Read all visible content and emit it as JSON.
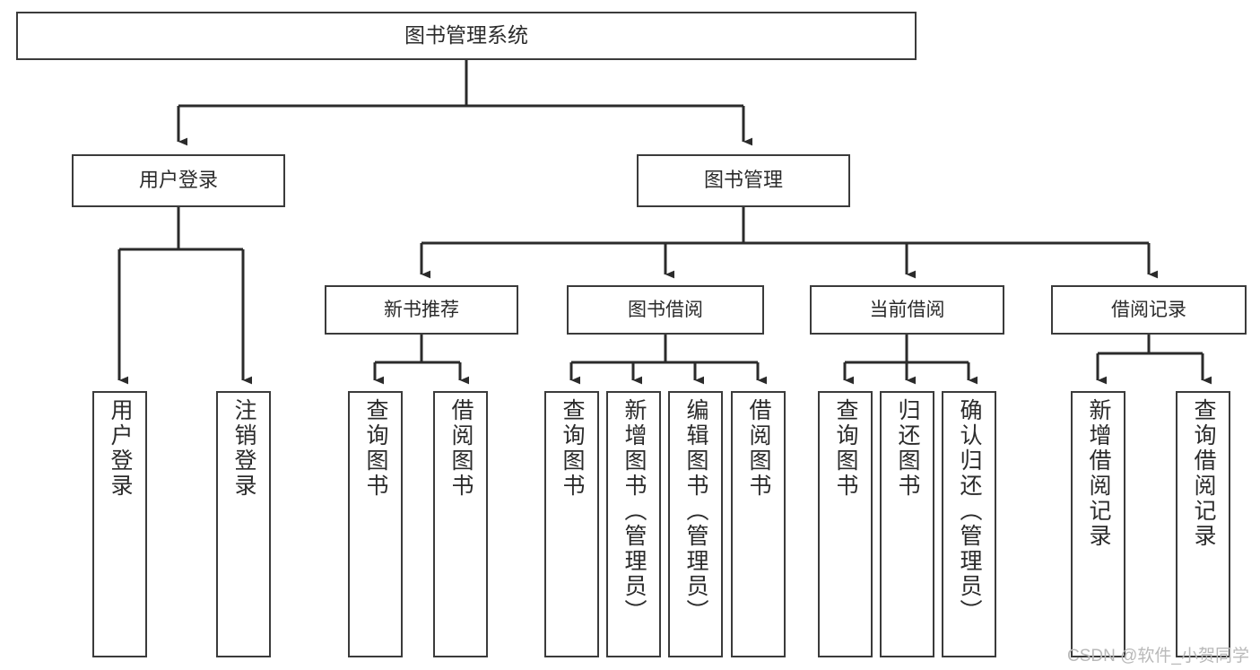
{
  "diagram": {
    "title": "图书管理系统",
    "type": "tree-hierarchy",
    "watermark": "CSDN @软件_小贺同学",
    "colors": {
      "box_border": "#3b3b3b",
      "box_fill": "#ffffff",
      "connector": "#2b2b2b",
      "text": "#2b2b2b",
      "watermark": "#b9b9b9",
      "background": "#ffffff"
    },
    "root": {
      "label": "图书管理系统"
    },
    "level2": [
      {
        "label": "用户登录"
      },
      {
        "label": "图书管理"
      }
    ],
    "level3": [
      {
        "label": "新书推荐"
      },
      {
        "label": "图书借阅"
      },
      {
        "label": "当前借阅"
      },
      {
        "label": "借阅记录"
      }
    ],
    "leaves": {
      "user_login": [
        {
          "label": "用户登录"
        },
        {
          "label": "注销登录"
        }
      ],
      "new_book_recommend": [
        {
          "label": "查询图书"
        },
        {
          "label": "借阅图书"
        }
      ],
      "book_borrow": [
        {
          "label": "查询图书"
        },
        {
          "label": "新增图书（管理员）"
        },
        {
          "label": "编辑图书（管理员）"
        },
        {
          "label": "借阅图书"
        }
      ],
      "current_borrow": [
        {
          "label": "查询图书"
        },
        {
          "label": "归还图书"
        },
        {
          "label": "确认归还（管理员）"
        }
      ],
      "borrow_record": [
        {
          "label": "新增借阅记录"
        },
        {
          "label": "查询借阅记录"
        }
      ]
    }
  }
}
